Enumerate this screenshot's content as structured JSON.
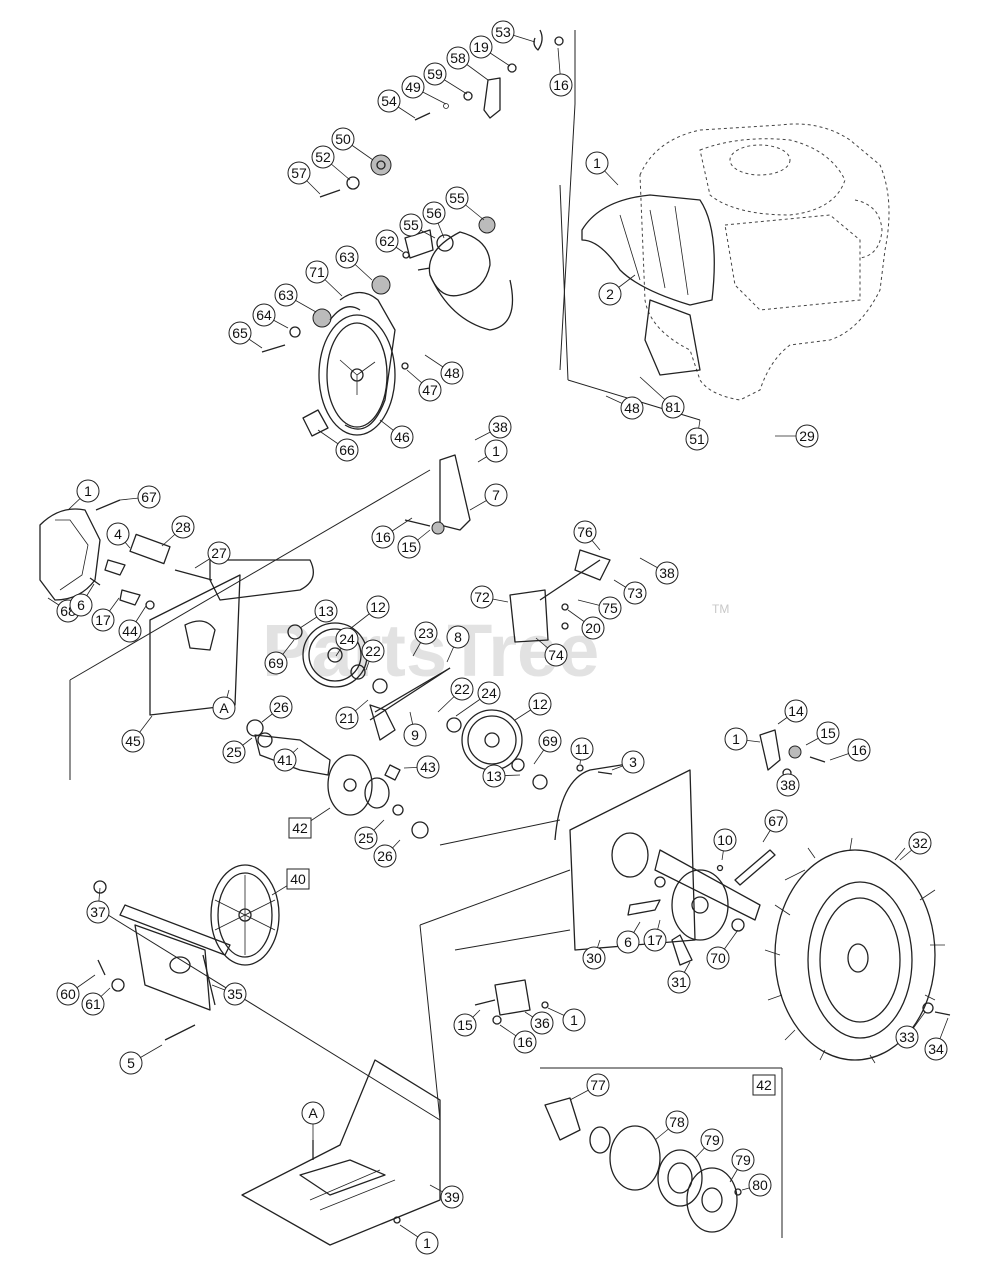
{
  "diagram": {
    "watermark": "PartsTree",
    "trademark": "TM",
    "inset_label": "42",
    "callouts": [
      {
        "n": "53"
      },
      {
        "n": "19"
      },
      {
        "n": "16"
      },
      {
        "n": "58"
      },
      {
        "n": "59"
      },
      {
        "n": "49"
      },
      {
        "n": "54"
      },
      {
        "n": "50"
      },
      {
        "n": "52"
      },
      {
        "n": "57"
      },
      {
        "n": "1"
      },
      {
        "n": "55"
      },
      {
        "n": "56"
      },
      {
        "n": "55"
      },
      {
        "n": "62"
      },
      {
        "n": "63"
      },
      {
        "n": "71"
      },
      {
        "n": "63"
      },
      {
        "n": "64"
      },
      {
        "n": "65"
      },
      {
        "n": "2"
      },
      {
        "n": "47"
      },
      {
        "n": "48"
      },
      {
        "n": "66"
      },
      {
        "n": "46"
      },
      {
        "n": "48"
      },
      {
        "n": "81"
      },
      {
        "n": "51"
      },
      {
        "n": "29"
      },
      {
        "n": "38"
      },
      {
        "n": "1"
      },
      {
        "n": "1"
      },
      {
        "n": "67"
      },
      {
        "n": "7"
      },
      {
        "n": "4"
      },
      {
        "n": "28"
      },
      {
        "n": "27"
      },
      {
        "n": "16"
      },
      {
        "n": "15"
      },
      {
        "n": "76"
      },
      {
        "n": "38"
      },
      {
        "n": "73"
      },
      {
        "n": "72"
      },
      {
        "n": "75"
      },
      {
        "n": "20"
      },
      {
        "n": "74"
      },
      {
        "n": "68"
      },
      {
        "n": "6"
      },
      {
        "n": "17"
      },
      {
        "n": "44"
      },
      {
        "n": "13"
      },
      {
        "n": "12"
      },
      {
        "n": "24"
      },
      {
        "n": "23"
      },
      {
        "n": "22"
      },
      {
        "n": "8"
      },
      {
        "n": "69"
      },
      {
        "n": "21"
      },
      {
        "n": "22"
      },
      {
        "n": "24"
      },
      {
        "n": "A",
        "type": "pin"
      },
      {
        "n": "9"
      },
      {
        "n": "12"
      },
      {
        "n": "26"
      },
      {
        "n": "45"
      },
      {
        "n": "25"
      },
      {
        "n": "41"
      },
      {
        "n": "43"
      },
      {
        "n": "69"
      },
      {
        "n": "14"
      },
      {
        "n": "1"
      },
      {
        "n": "15"
      },
      {
        "n": "16"
      },
      {
        "n": "11"
      },
      {
        "n": "3"
      },
      {
        "n": "38"
      },
      {
        "n": "13"
      },
      {
        "n": "42",
        "type": "box"
      },
      {
        "n": "25"
      },
      {
        "n": "26"
      },
      {
        "n": "10"
      },
      {
        "n": "67"
      },
      {
        "n": "32"
      },
      {
        "n": "40",
        "type": "box"
      },
      {
        "n": "37"
      },
      {
        "n": "6"
      },
      {
        "n": "17"
      },
      {
        "n": "30"
      },
      {
        "n": "70"
      },
      {
        "n": "31"
      },
      {
        "n": "60"
      },
      {
        "n": "61"
      },
      {
        "n": "35"
      },
      {
        "n": "15"
      },
      {
        "n": "36"
      },
      {
        "n": "1"
      },
      {
        "n": "16"
      },
      {
        "n": "33"
      },
      {
        "n": "34"
      },
      {
        "n": "5"
      },
      {
        "n": "77"
      },
      {
        "n": "78"
      },
      {
        "n": "79"
      },
      {
        "n": "79"
      },
      {
        "n": "80"
      },
      {
        "n": "A",
        "type": "pin"
      },
      {
        "n": "39"
      },
      {
        "n": "1"
      }
    ]
  }
}
